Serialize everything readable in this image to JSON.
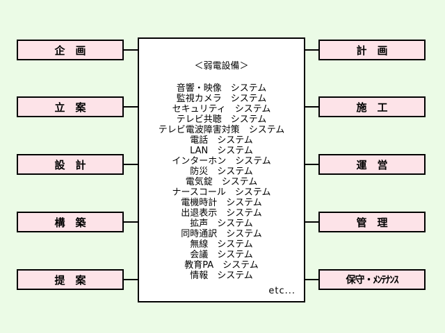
{
  "left_boxes": [
    "企　画",
    "立　案",
    "設　計",
    "構　築",
    "提　案"
  ],
  "right_boxes": [
    "計　画",
    "施　工",
    "運　営",
    "管　理",
    "保守・ﾒﾝﾃﾅﾝｽ"
  ],
  "center": {
    "title": "＜弱電設備＞",
    "systems": [
      "音響・映像　システム",
      "監視カメラ　システム",
      "セキュリティ　システム",
      "テレビ共聴　システム",
      "テレビ電波障害対策　システム",
      "電話　システム",
      "LAN　システム",
      "インターホン　システム",
      "防災　システム",
      "電気錠　システム",
      "ナースコール　システム",
      "電機時計　システム",
      "出退表示　システム",
      "拡声　システム",
      "同時通訳　システム",
      "無線　システム",
      "会議　システム",
      "教育PA　システム",
      "情報　システム"
    ],
    "etc": "etc..."
  },
  "colors": {
    "background": "#ebfbe6",
    "side_box_fill": "#fde3e8",
    "center_box_fill": "#ffffff",
    "border": "#000000"
  }
}
